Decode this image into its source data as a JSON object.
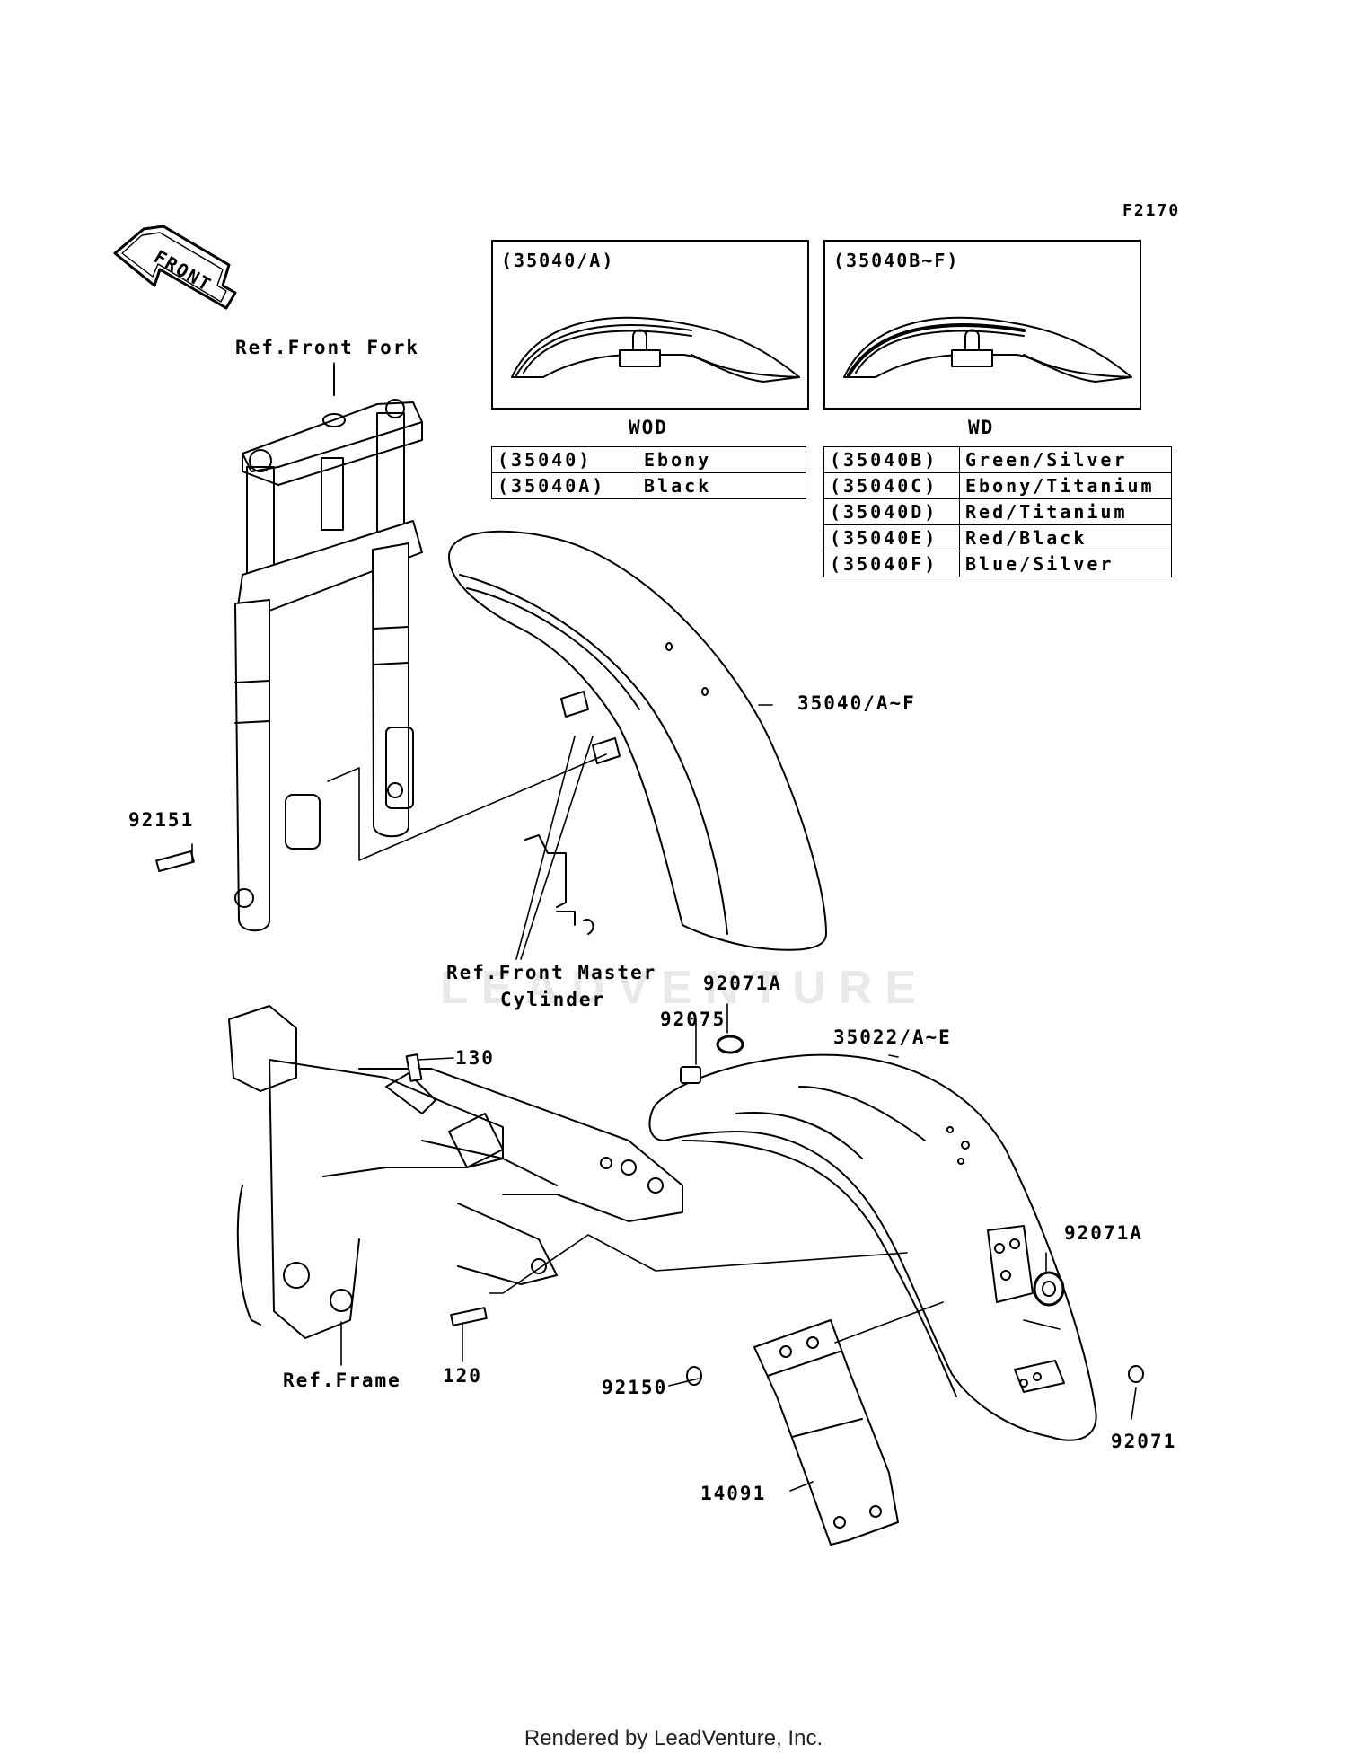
{
  "diagram": {
    "code": "F2170",
    "front_arrow": "FRONT",
    "watermark": "LEADVENTURE",
    "footer": "Rendered by LeadVenture, Inc."
  },
  "variant_boxes": {
    "left": {
      "title": "(35040/A)",
      "caption": "WOD"
    },
    "right": {
      "title": "(35040B~F)",
      "caption": "WD"
    }
  },
  "color_tables": {
    "wod": [
      {
        "code": "(35040)",
        "color": "Ebony"
      },
      {
        "code": "(35040A)",
        "color": "Black"
      }
    ],
    "wd": [
      {
        "code": "(35040B)",
        "color": "Green/Silver"
      },
      {
        "code": "(35040C)",
        "color": "Ebony/Titanium"
      },
      {
        "code": "(35040D)",
        "color": "Red/Titanium"
      },
      {
        "code": "(35040E)",
        "color": "Red/Black"
      },
      {
        "code": "(35040F)",
        "color": "Blue/Silver"
      }
    ]
  },
  "callouts": {
    "ref_front_fork": "Ref.Front Fork",
    "p92151": "92151",
    "p35040": "35040/A~F",
    "ref_front_master_1": "Ref.Front Master",
    "ref_front_master_2": "Cylinder",
    "p92071A_top": "92071A",
    "p92075": "92075",
    "p35022": "35022/A~E",
    "p130": "130",
    "p92071A_right": "92071A",
    "ref_frame": "Ref.Frame",
    "p120": "120",
    "p92150": "92150",
    "p92071": "92071",
    "p14091": "14091"
  }
}
